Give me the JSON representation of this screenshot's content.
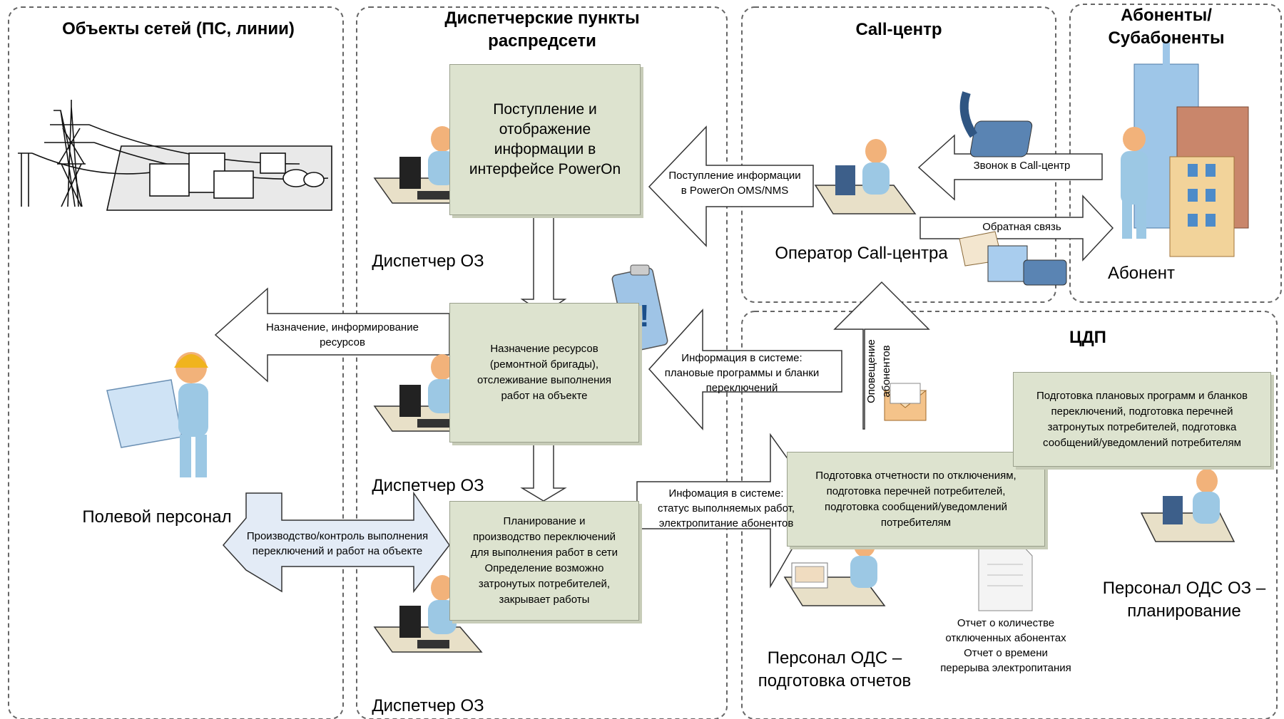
{
  "zones": {
    "network": "Объекты сетей (ПС, линии)",
    "dispatch": "Диспетчерские пункты\nраспредсети",
    "callcenter": "Call-центр",
    "subscribers": "Абоненты/\nСубабоненты",
    "cdp": "ЦДП"
  },
  "roles": {
    "dispatcher_1": "Диспетчер ОЗ",
    "dispatcher_2": "Диспетчер ОЗ",
    "dispatcher_3": "Диспетчер ОЗ",
    "field_staff": "Полевой персонал",
    "cc_operator": "Оператор Call-центра",
    "subscriber": "Абонент",
    "ods_reports": "Персонал ОДС –\nподготовка отчетов",
    "ods_planning": "Персонал ОДС ОЗ –\nпланирование"
  },
  "boxes": {
    "poweron": "Поступление и\nотображение\nинформации в\nинтерфейсе PowerOn",
    "assign": "Назначение ресурсов\n(ремонтной бригады),\nотслеживание выполнения\nработ на объекте",
    "plan": "Планирование и\nпроизводство переключений\nдля выполнения работ в сети\nОпределение возможно\nзатронутых потребителей,\nзакрывает работы",
    "reports": "Подготовка отчетности по отключениям,\nподготовка перечней потребителей,\nподготовка сообщений/уведомлений\nпотребителям",
    "programs": "Подготовка плановых программ и бланков\nпереключений, подготовка перечней\nзатронутых потребителей, подготовка\nсообщений/уведомлений потребителям"
  },
  "arrows": {
    "poweron_in": "Поступление информации\nв PowerOn OMS/NMS",
    "call_in": "Звонок в Call-центр",
    "feedback": "Обратная связь",
    "assign_out": "Назначение, информирование\nресурсов",
    "system_info": "Информация в системе:\nплановые программы и бланки\nпереключений",
    "notify": "Оповещение\nабонентов",
    "status": "Инфомация в системе:\nстатус выполняемых работ,\nэлектропитание абонентов",
    "control": "Производство/контроль выполнения\nпереключений и работ на объекте"
  },
  "report_note": "Отчет о количестве\nотключенных абонентах\nОтчет о времени\nперерыва электропитания",
  "colors": {
    "box_fill": "#dde3cf",
    "person_skin": "#f2b27a",
    "person_body": "#9cc8e4",
    "helmet": "#f0b41e",
    "control_arrow": "#e3ebf6"
  }
}
